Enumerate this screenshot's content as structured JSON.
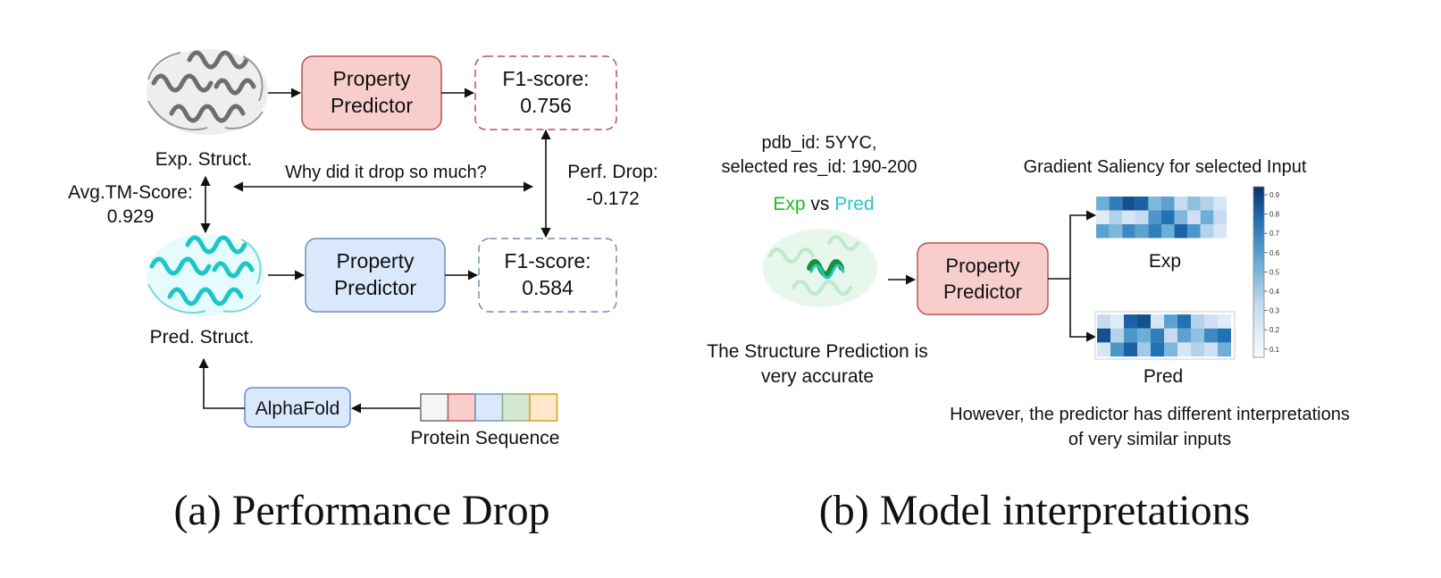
{
  "panel_a": {
    "exp_struct_label": "Exp. Struct.",
    "pred_struct_label": "Pred. Struct.",
    "predictor_top": [
      "Property",
      "Predictor"
    ],
    "predictor_bottom": [
      "Property",
      "Predictor"
    ],
    "f1_top": [
      "F1-score:",
      "0.756"
    ],
    "f1_bottom": [
      "F1-score:",
      "0.584"
    ],
    "question": "Why did it drop so much?",
    "tm_score": [
      "Avg.TM-Score:",
      "0.929"
    ],
    "perf_drop": [
      "Perf. Drop:",
      "-0.172"
    ],
    "alphafold": "AlphaFold",
    "sequence_label": "Protein Sequence",
    "sequence_colors": [
      {
        "fill": "#f5f5f5",
        "stroke": "#666666"
      },
      {
        "fill": "#f8cecc",
        "stroke": "#b85450"
      },
      {
        "fill": "#dae8fc",
        "stroke": "#6c8ebf"
      },
      {
        "fill": "#d5e8d4",
        "stroke": "#82b366"
      },
      {
        "fill": "#ffe6cc",
        "stroke": "#d79b00"
      }
    ],
    "caption": "(a) Performance Drop"
  },
  "panel_b": {
    "pdb_line1": "pdb_id: 5YYC,",
    "pdb_line2": "selected res_id: 190-200",
    "exp_word": "Exp",
    "vs_word": " vs ",
    "pred_word": "Pred",
    "accuracy_text": [
      "The Structure Prediction is",
      "very accurate"
    ],
    "predictor": [
      "Property",
      "Predictor"
    ],
    "saliency_title": "Gradient Saliency for selected Input",
    "exp_heatmap_label": "Exp",
    "pred_heatmap_label": "Pred",
    "conclusion": [
      "However, the predictor has different interpretations",
      "of very similar inputs"
    ],
    "colorbar_ticks": [
      "0.9",
      "0.8",
      "0.7",
      "0.6",
      "0.5",
      "0.4",
      "0.3",
      "0.2",
      "0.1"
    ],
    "caption": "(b) Model interpretations",
    "heatmap_exp": [
      [
        0.55,
        0.75,
        0.9,
        0.85,
        0.5,
        0.6,
        0.3,
        0.45,
        0.35,
        0.2
      ],
      [
        0.15,
        0.35,
        0.2,
        0.3,
        0.65,
        0.8,
        0.5,
        0.25,
        0.55,
        0.3
      ],
      [
        0.6,
        0.5,
        0.7,
        0.6,
        0.75,
        0.55,
        0.85,
        0.65,
        0.35,
        0.2
      ]
    ],
    "heatmap_pred": [
      [
        0.3,
        0.15,
        0.85,
        0.9,
        0.2,
        0.6,
        0.8,
        0.35,
        0.25,
        0.15
      ],
      [
        0.9,
        0.35,
        0.65,
        0.55,
        0.75,
        0.3,
        0.6,
        0.45,
        0.7,
        0.8
      ],
      [
        0.2,
        0.65,
        0.85,
        0.4,
        0.8,
        0.5,
        0.2,
        0.35,
        0.25,
        0.55
      ]
    ]
  },
  "colors": {
    "red_fill": "#f8cecc",
    "red_stroke": "#b85450",
    "blue_fill": "#dae8fc",
    "blue_stroke": "#6c8ebf",
    "exp_green": "#22bb22",
    "pred_cyan": "#20c8c8"
  }
}
